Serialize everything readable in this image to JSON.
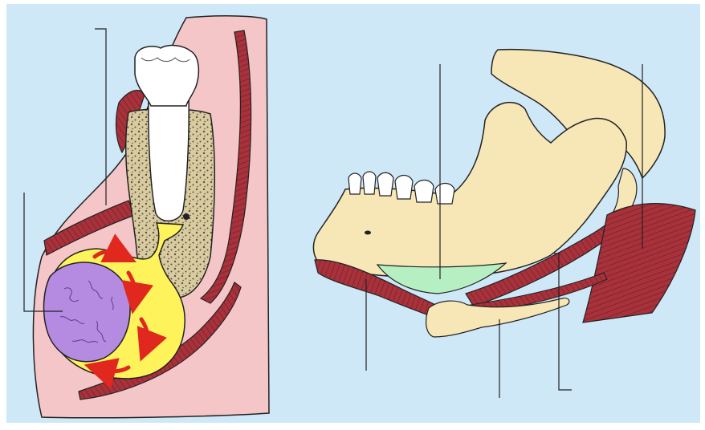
{
  "figure": {
    "panels": [
      {
        "name": "left-panel",
        "depicts": [
          "tooth",
          "alveolar-bone",
          "fascial-space-abscess",
          "abscess-mass",
          "spread-arrows",
          "muscles"
        ],
        "leader_line_count": 2,
        "labels": []
      },
      {
        "name": "right-panel",
        "depicts": [
          "mandible",
          "hyoid-bone",
          "submandibular-space",
          "mylohyoid-muscle",
          "digastric-muscle",
          "pterygoid-muscle"
        ],
        "leader_line_count": 5,
        "labels": []
      }
    ],
    "colors": {
      "background": "#cfe8f7",
      "soft_tissue": "#f4c6c8",
      "muscle": "#a8323c",
      "bone": "#f7e6b6",
      "cancellous_bone": "#d9cba0",
      "pus": "#fff35c",
      "abscess_mass": "#b48be0",
      "arrow": "#e0281e",
      "space_highlight": "#b6f0c2",
      "outline": "#222222"
    }
  }
}
